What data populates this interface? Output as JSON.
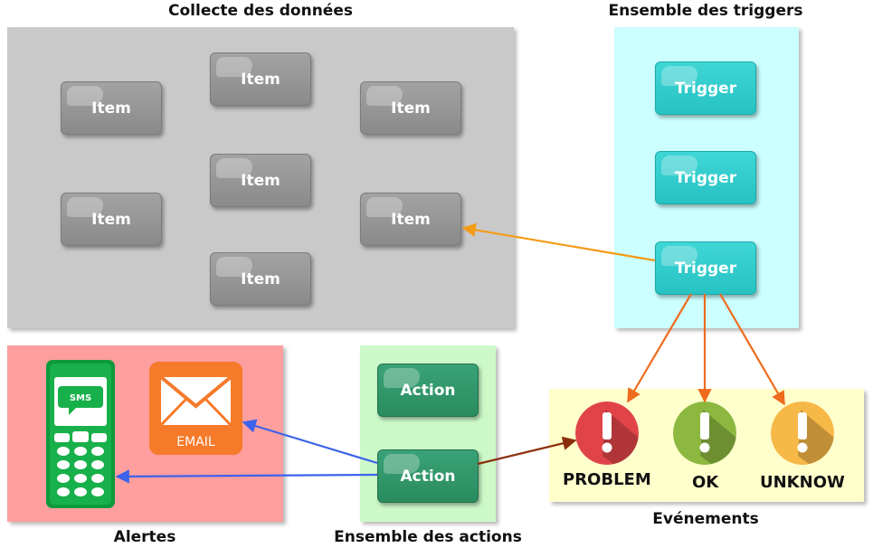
{
  "groups": {
    "collecte": "Collecte des données",
    "triggers": "Ensemble des triggers",
    "alertes": "Alertes",
    "actions": "Ensemble des actions",
    "evenements": "Evénements"
  },
  "items": [
    "Item",
    "Item",
    "Item",
    "Item",
    "Item",
    "Item",
    "Item"
  ],
  "triggers": [
    "Trigger",
    "Trigger",
    "Trigger"
  ],
  "actions": [
    "Action",
    "Action"
  ],
  "alerts": {
    "sms": "SMS",
    "email": "EMAIL"
  },
  "events": [
    "PROBLEM",
    "OK",
    "UNKNOW"
  ],
  "colors": {
    "collecte_bg": "#c9c9c9",
    "triggers_bg": "#ccffff",
    "alertes_bg": "#ff9e9e",
    "actions_bg": "#cdf9c9",
    "evenements_bg": "#ffffcc",
    "problem": "#e04448",
    "ok": "#8cb840",
    "unknow": "#f6b847"
  }
}
